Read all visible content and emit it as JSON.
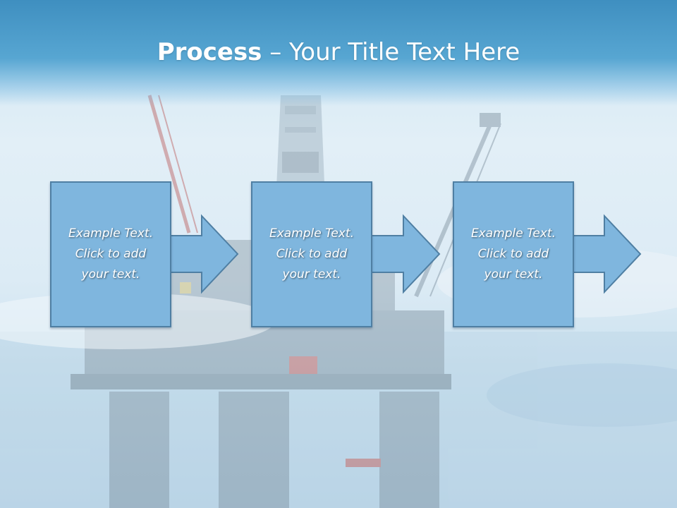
{
  "slide": {
    "title_bold": "Process",
    "title_rest": " – Your Title Text Here",
    "steps": [
      {
        "text": "Example Text.\nClick  to add\nyour text."
      },
      {
        "text": "Example Text.\nClick  to add\nyour text."
      },
      {
        "text": "Example Text.\nClick  to add\nyour text."
      }
    ]
  },
  "colors": {
    "header_band": "#4a9bcc",
    "box_fill": "#7fb6de",
    "box_border": "#4f7fa3",
    "text": "#ffffff"
  }
}
